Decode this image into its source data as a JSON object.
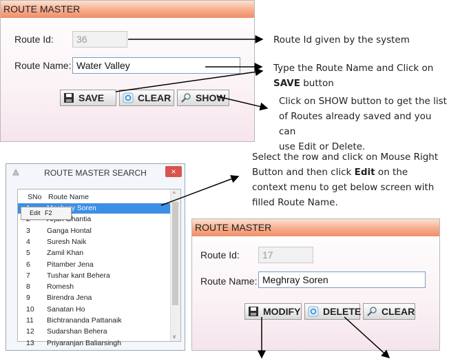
{
  "top_form": {
    "title": "ROUTE MASTER",
    "route_id_label": "Route Id:",
    "route_id_value": "36",
    "route_name_label": "Route Name:",
    "route_name_value": "Water Valley",
    "save_label": "SAVE",
    "clear_label": "CLEAR",
    "show_label": "SHOW"
  },
  "notes": {
    "route_id": "Route Id given by the system",
    "type_name_1": "Type the Route Name  and Click on",
    "type_name_bold": "SAVE",
    "type_name_2": " button",
    "show_1": "Click on SHOW button to get the list",
    "show_2": "of Routes already saved and you can",
    "show_3": "use Edit or Delete.",
    "select_1": "Select the row and click on Mouse Right",
    "select_2": "Button  and then click ",
    "select_bold": "Edit",
    "select_3": " on the",
    "select_4": "context menu to get below screen with",
    "select_5": "filled Route Name."
  },
  "search_dialog": {
    "title": "ROUTE MASTER SEARCH",
    "close_label": "×",
    "col_sno": "SNo",
    "col_name": "Route Name",
    "rows": [
      {
        "sno": "1",
        "name": "Meghray Soren"
      },
      {
        "sno": "2",
        "name": "Arjun Ghantia"
      },
      {
        "sno": "3",
        "name": "Ganga Hontal"
      },
      {
        "sno": "4",
        "name": "Suresh Naik"
      },
      {
        "sno": "5",
        "name": "Zamil Khan"
      },
      {
        "sno": "6",
        "name": "Pitamber Jena"
      },
      {
        "sno": "7",
        "name": "Tushar kant Behera"
      },
      {
        "sno": "8",
        "name": "Romesh"
      },
      {
        "sno": "9",
        "name": "Birendra Jena"
      },
      {
        "sno": "10",
        "name": "Sanatan Ho"
      },
      {
        "sno": "11",
        "name": "Bichtrananda Pattanaik"
      },
      {
        "sno": "12",
        "name": "Sudarshan Behera"
      },
      {
        "sno": "13",
        "name": "Priyaranjan Baliarsingh"
      }
    ],
    "context_menu": {
      "item": "Edit",
      "shortcut": "F2"
    }
  },
  "bottom_form": {
    "title": "ROUTE MASTER",
    "route_id_label": "Route Id:",
    "route_id_value": "17",
    "route_name_label": "Route Name:",
    "route_name_value": "Meghray Soren",
    "modify_label": "MODIFY",
    "delete_label": "DELETE",
    "clear_label": "CLEAR"
  }
}
